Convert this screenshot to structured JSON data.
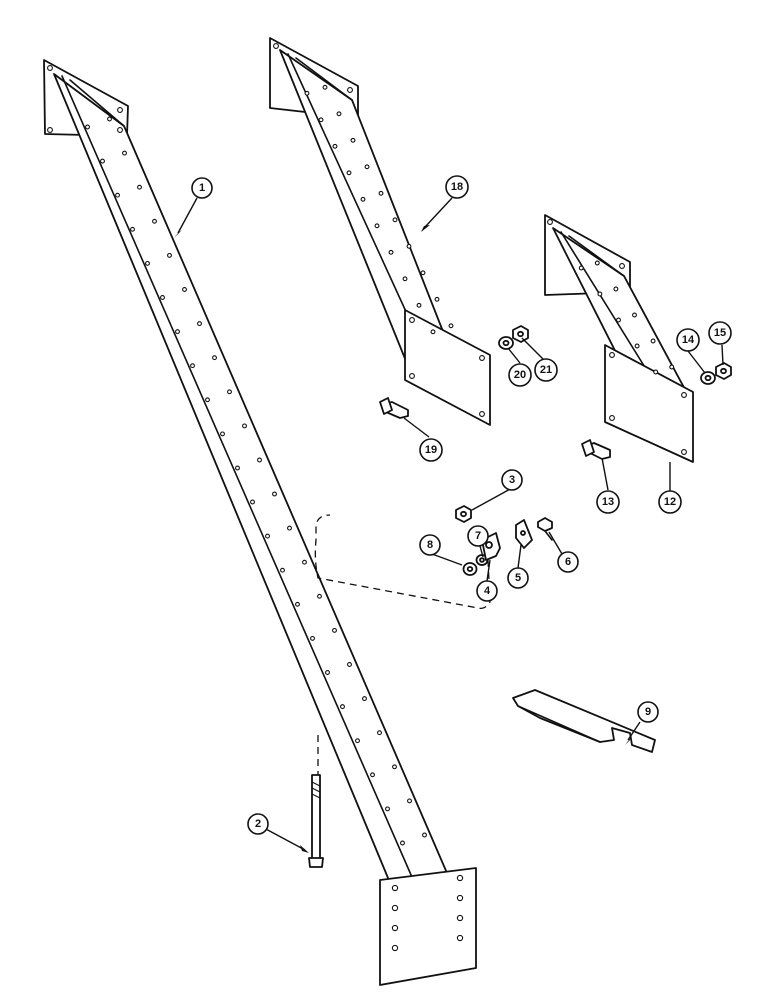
{
  "callouts": [
    {
      "id": "c1",
      "label": "1"
    },
    {
      "id": "c2",
      "label": "2"
    },
    {
      "id": "c3",
      "label": "3"
    },
    {
      "id": "c4",
      "label": "4"
    },
    {
      "id": "c5",
      "label": "5"
    },
    {
      "id": "c6",
      "label": "6"
    },
    {
      "id": "c7",
      "label": "7"
    },
    {
      "id": "c8",
      "label": "8"
    },
    {
      "id": "c9",
      "label": "9"
    },
    {
      "id": "c12",
      "label": "12"
    },
    {
      "id": "c13",
      "label": "13"
    },
    {
      "id": "c14",
      "label": "14"
    },
    {
      "id": "c15",
      "label": "15"
    },
    {
      "id": "c18",
      "label": "18"
    },
    {
      "id": "c19",
      "label": "19"
    },
    {
      "id": "c20",
      "label": "20"
    },
    {
      "id": "c21",
      "label": "21"
    }
  ]
}
